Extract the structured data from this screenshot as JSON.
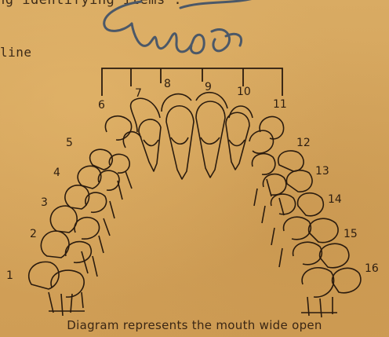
{
  "header_text": "ng identifying items :",
  "line_label": "line",
  "handwritten_note": "шоб",
  "caption": "Diagram represents the mouth wide open",
  "tooth_numbers": {
    "upper_left": [
      "6",
      "7",
      "8"
    ],
    "upper_right": [
      "9",
      "10",
      "11"
    ],
    "left_side": [
      "5",
      "4",
      "3",
      "2",
      "1"
    ],
    "right_side": [
      "12",
      "13",
      "14",
      "15",
      "16"
    ]
  },
  "colors": {
    "paper": "#d4a55e",
    "ink": "#2e1e10",
    "handwriting": "#4a5a6a"
  }
}
